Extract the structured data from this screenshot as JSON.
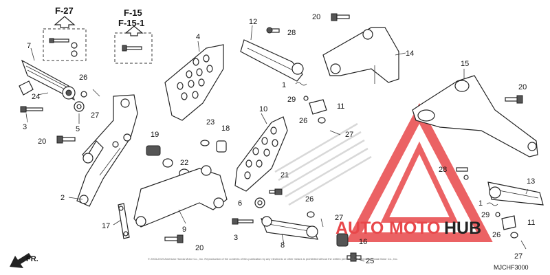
{
  "refs": {
    "f27": "F-27",
    "f15": "F-15",
    "f151": "F-15-1"
  },
  "labels": {
    "l1a": "1",
    "l1b": "1",
    "l2": "2",
    "l3a": "3",
    "l3b": "3",
    "l4": "4",
    "l5": "5",
    "l6": "6",
    "l7": "7",
    "l8": "8",
    "l9": "9",
    "l10": "10",
    "l11a": "11",
    "l11b": "11",
    "l12": "12",
    "l13": "13",
    "l14": "14",
    "l15": "15",
    "l16": "16",
    "l17": "17",
    "l18": "18",
    "l19": "19",
    "l20a": "20",
    "l20b": "20",
    "l20c": "20",
    "l20d": "20",
    "l21": "21",
    "l22": "22",
    "l23": "23",
    "l24": "24",
    "l25": "25",
    "l26a": "26",
    "l26b": "26",
    "l26c": "26",
    "l26d": "26",
    "l27a": "27",
    "l27b": "27",
    "l27c": "27",
    "l27d": "27",
    "l28a": "28",
    "l28b": "28",
    "l29a": "29",
    "l29b": "29"
  },
  "front_label": "FR.",
  "diagram_code": "MJCHF3000",
  "copyright": "© 2003-2019 American Honda Motor Co., Inc. Reproduction of the contents of this publication by any electronic or other means is prohibited without the written permission of American Honda Motor Co., Inc.",
  "watermark": {
    "part1": "AUTO",
    "part2": "MOTO",
    "part3": "HUB",
    "color_red": "#e8474a",
    "color_dark": "#222222"
  }
}
